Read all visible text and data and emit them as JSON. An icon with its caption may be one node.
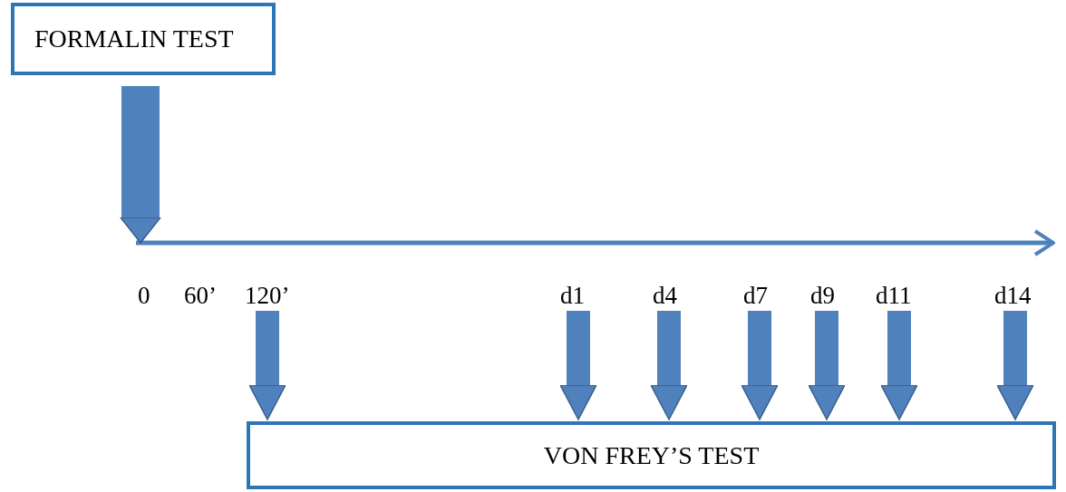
{
  "diagram": {
    "nodes": [
      {
        "text": [
          "FORMALIN TEST"
        ]
      },
      {
        "text": [
          "0"
        ]
      },
      {
        "text": [
          "120’"
        ]
      },
      {
        "text": [
          "d1"
        ]
      },
      {
        "text": [
          "d4"
        ]
      },
      {
        "text": [
          "d7"
        ]
      },
      {
        "text": [
          "d9"
        ]
      },
      {
        "text": [
          "d11"
        ]
      },
      {
        "text": [
          "d14"
        ]
      },
      {
        "text": [
          "VON FREY’S TEST"
        ]
      }
    ],
    "edges": [
      {
        "from": 0,
        "to": 1,
        "arrow": "to"
      },
      {
        "from": 2,
        "to": 9,
        "arrow": "to"
      },
      {
        "from": 3,
        "to": 9,
        "arrow": "to"
      },
      {
        "from": 4,
        "to": 9,
        "arrow": "to"
      },
      {
        "from": 5,
        "to": 9,
        "arrow": "to"
      },
      {
        "from": 6,
        "to": 9,
        "arrow": "to"
      },
      {
        "from": 7,
        "to": 9,
        "arrow": "to"
      },
      {
        "from": 8,
        "to": 9,
        "arrow": "to"
      }
    ],
    "labels": [
      "60’"
    ]
  }
}
